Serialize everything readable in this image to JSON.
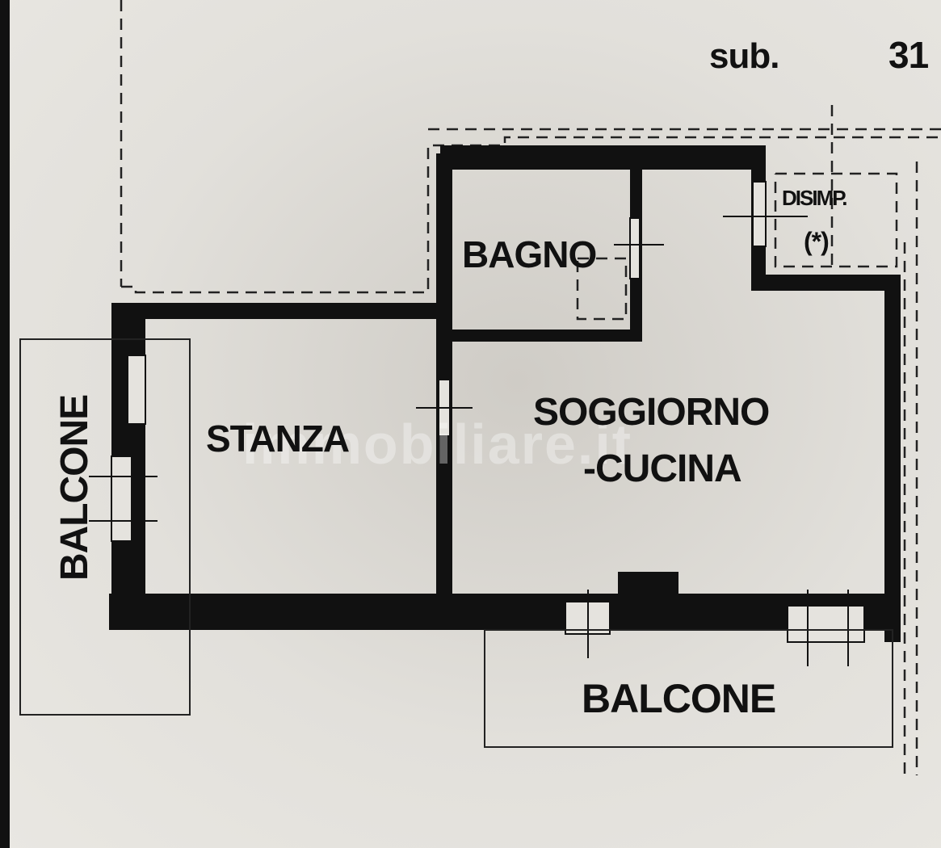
{
  "header": {
    "sub_label": "sub.",
    "sub_number": "31"
  },
  "rooms": {
    "stanza": "STANZA",
    "bagno": "BAGNO",
    "soggiorno_line1": "SOGGIORNO",
    "soggiorno_line2": "-CUCINA",
    "disimp_line1": "DISIMP.",
    "disimp_line2": "(*)",
    "balcone_left": "BALCONE",
    "balcone_bottom": "BALCONE"
  },
  "watermark": "immobiliare.it",
  "colors": {
    "wall": "#111111",
    "background": "#e2e0db"
  }
}
